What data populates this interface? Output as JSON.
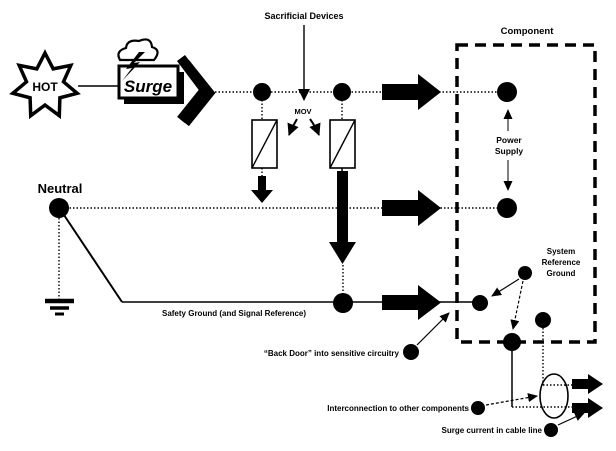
{
  "labels": {
    "sacrificial_devices": "Sacrificial Devices",
    "component": "Component",
    "hot": "HOT",
    "surge": "Surge",
    "mov": "MOV",
    "neutral": "Neutral",
    "power_supply_line1": "Power",
    "power_supply_line2": "Supply",
    "srg_line1": "System",
    "srg_line2": "Reference",
    "srg_line3": "Ground",
    "safety_ground": "Safety Ground (and Signal Reference)",
    "back_door": "“Back Door” into sensitive circuitry",
    "interconnection": "Interconnection to other components",
    "surge_current": "Surge current in cable line"
  },
  "colors": {
    "ink": "#000000",
    "background": "#ffffff"
  }
}
